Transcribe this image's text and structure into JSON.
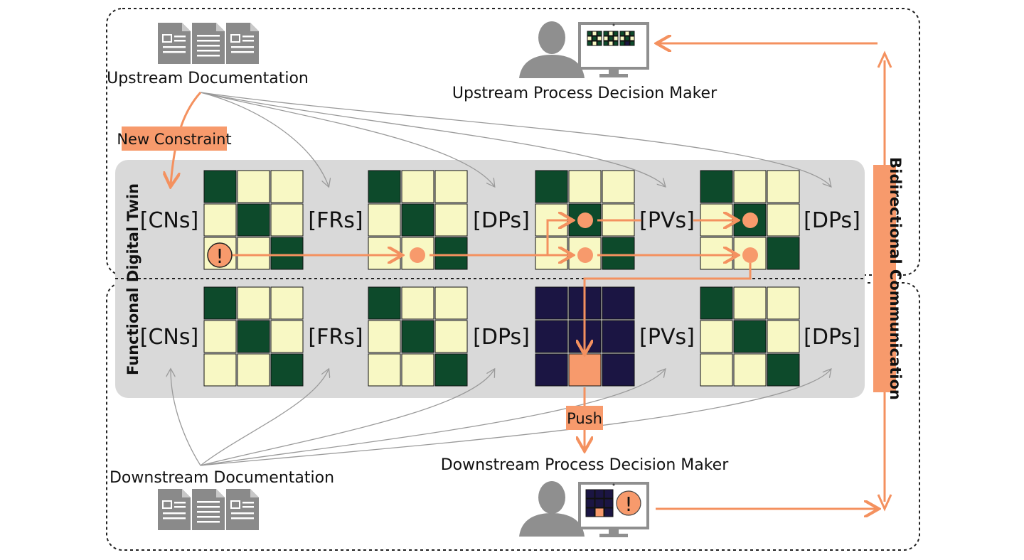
{
  "labels": {
    "upstream_doc": "Upstream Documentation",
    "upstream_dm": "Upstream Process Decision Maker",
    "downstream_doc": "Downstream Documentation",
    "downstream_dm": "Downstream Process Decision Maker",
    "new_constraint": "New Constraint",
    "push": "Push",
    "fdt": "Functional Digital Twin",
    "bidirectional": "Bidirectional Communication",
    "alert_glyph": "!"
  },
  "domains": {
    "top": [
      "[CNs]",
      "[FRs]",
      "[DPs]",
      "[PVs]",
      "[DPs]"
    ],
    "bottom": [
      "[CNs]",
      "[FRs]",
      "[DPs]",
      "[PVs]",
      "[DPs]"
    ]
  },
  "colors": {
    "dark_green": "#0d4a2b",
    "light_yellow": "#f8f8c4",
    "navy": "#1b1543",
    "orange": "#f79a6c",
    "orange_arrow": "#f4915f",
    "band_gray": "#d9d9d9",
    "doc_gray": "#8a8a8a",
    "connector_gray": "#9a9a9a"
  },
  "icons": [
    "document-icon",
    "person-icon",
    "monitor-icon",
    "alert-icon"
  ]
}
